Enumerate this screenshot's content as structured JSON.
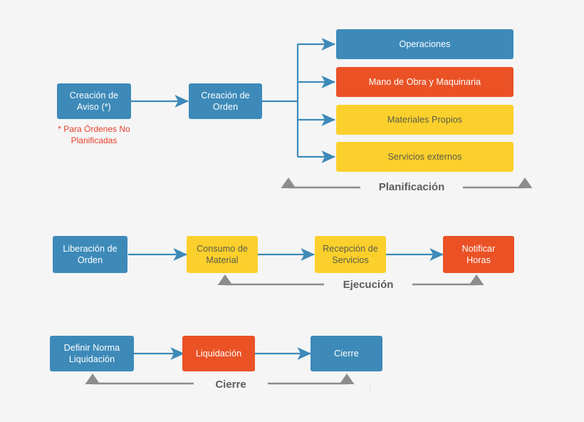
{
  "diagram": {
    "title_hidden": "",
    "background": "#f5f5f5",
    "colors": {
      "blue": "#3d8ab9",
      "orange": "#ea5226",
      "yellow": "#fbd02c",
      "connector": "#3d8ab9",
      "bracket": "#8c8c8c",
      "footnote": "#e8412e",
      "yellow_text": "#5a5a4a",
      "phase_text": "#5d5d5d"
    },
    "rows": [
      {
        "phase": "Planificación",
        "nodes": [
          {
            "id": "creacion-aviso",
            "label": "Creación de\nAviso (*)",
            "color": "blue"
          },
          {
            "id": "creacion-orden",
            "label": "Creación de\nOrden",
            "color": "blue"
          },
          {
            "id": "operaciones",
            "label": "Operaciones",
            "color": "blue"
          },
          {
            "id": "mano-obra",
            "label": "Mano de Obra y Maquinaria",
            "color": "orange"
          },
          {
            "id": "materiales",
            "label": "Materiales Propios",
            "color": "yellow"
          },
          {
            "id": "servicios",
            "label": "Servicios externos",
            "color": "yellow"
          }
        ],
        "footnote": "* Para Órdenes No\nPlanificadas"
      },
      {
        "phase": "Ejecución",
        "nodes": [
          {
            "id": "liberacion-orden",
            "label": "Liberación de\nOrden",
            "color": "blue"
          },
          {
            "id": "consumo-material",
            "label": "Consumo de\nMaterial",
            "color": "yellow"
          },
          {
            "id": "recepcion-servicios",
            "label": "Recepción de\nServicios",
            "color": "yellow"
          },
          {
            "id": "notificar-horas",
            "label": "Notificar\nHoras",
            "color": "orange"
          }
        ]
      },
      {
        "phase": "Cierre",
        "nodes": [
          {
            "id": "definir-norma",
            "label": "Definir Norma\nLiquidación",
            "color": "blue"
          },
          {
            "id": "liquidacion",
            "label": "Liquidación",
            "color": "orange"
          },
          {
            "id": "cierre",
            "label": "Cierre",
            "color": "blue"
          }
        ]
      }
    ],
    "labels": {
      "planificacion": "Planificación",
      "ejecucion": "Ejecución",
      "cierre": "Cierre",
      "n1": "Creación de\nAviso (*)",
      "n2": "Creación de\nOrden",
      "n3": "Operaciones",
      "n4": "Mano de Obra y Maquinaria",
      "n5": "Materiales Propios",
      "n6": "Servicios externos",
      "n7": "Liberación de\nOrden",
      "n8": "Consumo de\nMaterial",
      "n9": "Recepción de\nServicios",
      "n10": "Notificar\nHoras",
      "n11": "Definir Norma\nLiquidación",
      "n12": "Liquidación",
      "n13": "Cierre",
      "footnote": "* Para Órdenes No\nPlanificadas"
    }
  }
}
